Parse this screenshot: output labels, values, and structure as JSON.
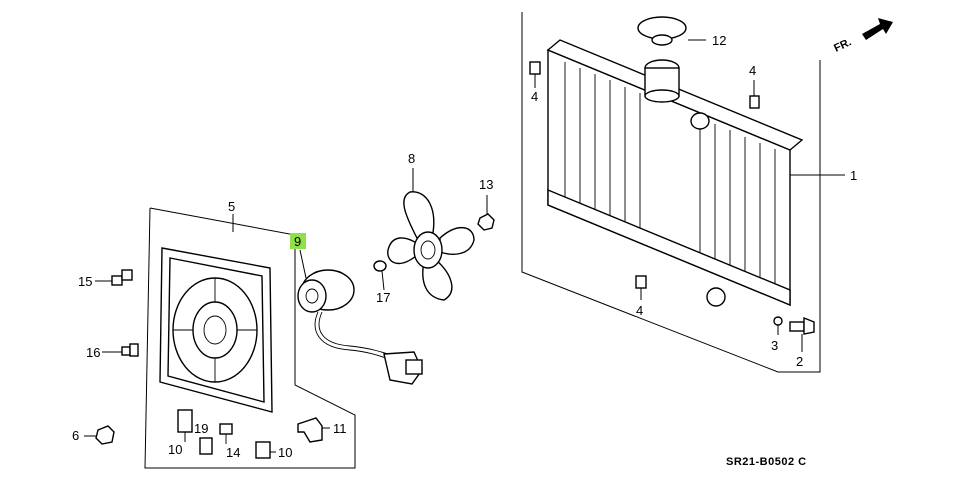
{
  "diagram": {
    "front_indicator": "FR.",
    "diagram_code": "SR21-B0502 C",
    "highlighted_callout": "9",
    "highlight_color": "#8fe04a",
    "callouts": {
      "c1": "1",
      "c2": "2",
      "c3": "3",
      "c4a": "4",
      "c4b": "4",
      "c4c": "4",
      "c5": "5",
      "c6": "6",
      "c8": "8",
      "c9": "9",
      "c10a": "10",
      "c10b": "10",
      "c11": "11",
      "c12": "12",
      "c13": "13",
      "c14": "14",
      "c15": "15",
      "c16": "16",
      "c17": "17",
      "c19": "19"
    },
    "parts": {
      "radiator": "radiator-assembly",
      "fan_shroud": "fan-shroud",
      "fan_motor": "fan-motor",
      "fan_blade": "fan-blade",
      "radiator_cap": "radiator-cap"
    }
  }
}
